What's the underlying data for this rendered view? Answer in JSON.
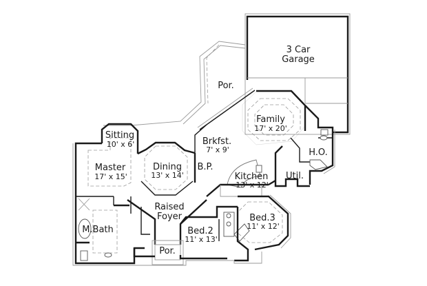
{
  "plan": {
    "type": "floor-plan",
    "background": "#ffffff",
    "line_color": "#1a1a1a",
    "rooms": [
      {
        "id": "garage",
        "name_line1": "3 Car",
        "name_line2": "Garage",
        "dims": ""
      },
      {
        "id": "porch_rear",
        "name": "Por.",
        "dims": ""
      },
      {
        "id": "family",
        "name": "Family",
        "dims": "17' x 20'"
      },
      {
        "id": "sitting",
        "name": "Sitting",
        "dims": "10' x 6'"
      },
      {
        "id": "brkfst",
        "name": "Brkfst.",
        "dims": "7' x 9'"
      },
      {
        "id": "master",
        "name": "Master",
        "dims": "17' x 15'"
      },
      {
        "id": "dining",
        "name": "Dining",
        "dims": "13' x 14'"
      },
      {
        "id": "bp",
        "name": "B.P.",
        "dims": ""
      },
      {
        "id": "kitchen",
        "name": "Kitchen",
        "dims": "13' x 12'"
      },
      {
        "id": "ho",
        "name": "H.O.",
        "dims": ""
      },
      {
        "id": "util",
        "name": "Util.",
        "dims": ""
      },
      {
        "id": "foyer",
        "name_line1": "Raised",
        "name_line2": "Foyer",
        "dims": ""
      },
      {
        "id": "mbath",
        "name": "M.Bath",
        "dims": ""
      },
      {
        "id": "bed2",
        "name": "Bed.2",
        "dims": "11' x 13'"
      },
      {
        "id": "bed3",
        "name": "Bed.3",
        "dims": "11' x 12'"
      },
      {
        "id": "porch_front",
        "name": "Por.",
        "dims": ""
      }
    ]
  }
}
